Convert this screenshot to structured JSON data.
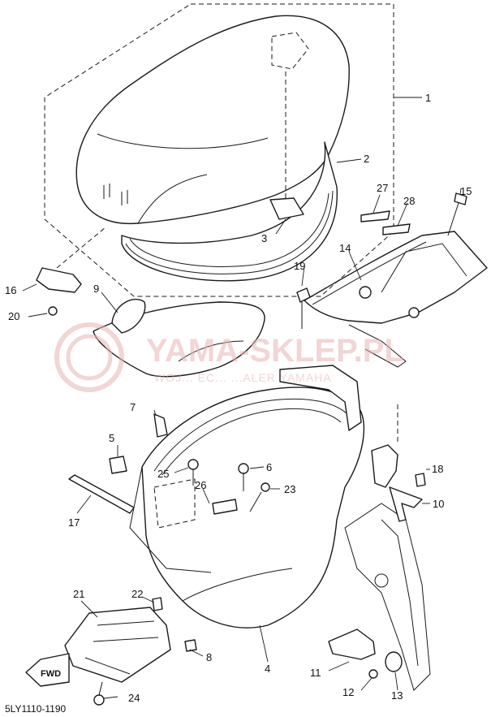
{
  "watermark": {
    "brand": "YAMA-SKLEP.PL",
    "tagline": "WOJ... EC... ...ALER YAMAHA",
    "color": "#e8b3b3"
  },
  "diagram_code": "5LY1110-1190",
  "fwd_label": "FWD",
  "callouts": [
    "1",
    "2",
    "3",
    "4",
    "5",
    "6",
    "7",
    "8",
    "9",
    "10",
    "11",
    "12",
    "13",
    "14",
    "15",
    "16",
    "17",
    "18",
    "19",
    "20",
    "21",
    "22",
    "23",
    "24",
    "25",
    "26",
    "27",
    "28"
  ]
}
